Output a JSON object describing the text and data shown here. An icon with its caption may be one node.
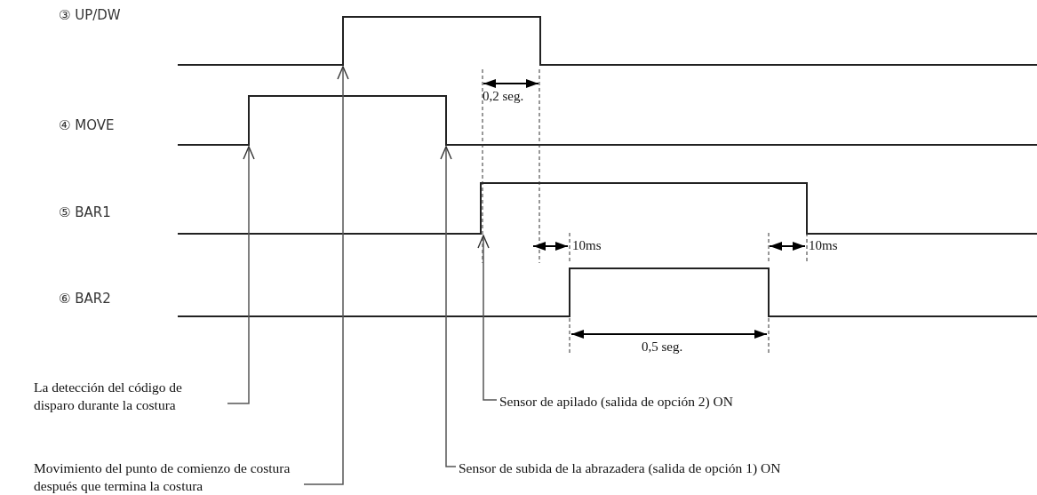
{
  "diagram": {
    "nodes": [
      {
        "text": [
          "La detección del código de disparo durante la costura"
        ]
      },
      {
        "text": [
          "Sensor de apilado (salida de opción 2) ON"
        ]
      },
      {
        "text": [
          "Movimiento del punto de comienzo de costura después que termina la costura"
        ]
      },
      {
        "text": [
          "Sensor de subida de la abrazadera (salida de opción 1) ON"
        ]
      }
    ],
    "edges": [
      {
        "from": 0,
        "to": null,
        "arrow": "to"
      },
      {
        "from": 1,
        "to": null,
        "arrow": "to"
      },
      {
        "from": 2,
        "to": null,
        "arrow": "to"
      },
      {
        "from": 3,
        "to": null,
        "arrow": "to"
      }
    ],
    "labels": [
      "③ UP/DW",
      "0,2 seg.",
      "④ MOVE",
      "⑤ BAR1",
      "10ms",
      "10ms",
      "⑥ BAR2",
      "0,5 seg."
    ]
  }
}
